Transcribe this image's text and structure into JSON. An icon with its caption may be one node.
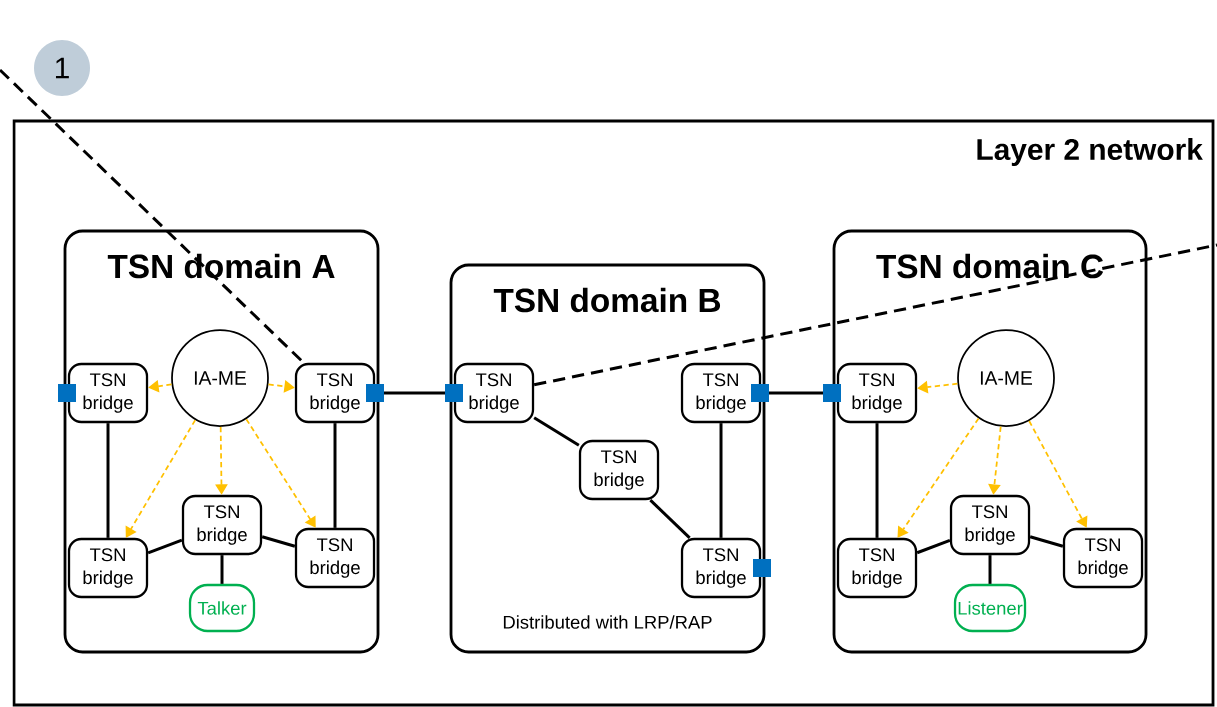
{
  "diagram": {
    "nodes": [
      {
        "text": [
          "1"
        ]
      },
      {
        "text": [
          "Layer 2 network"
        ]
      },
      {
        "text": [
          "TSN domain A"
        ],
        "in": 1
      },
      {
        "text": [
          "IA-ME"
        ],
        "in": 2
      },
      {
        "text": [
          "TSN bridge"
        ],
        "in": 2
      },
      {
        "text": [
          "TSN bridge"
        ],
        "in": 2
      },
      {
        "text": [
          "TSN bridge"
        ],
        "in": 2
      },
      {
        "text": [
          "TSN bridge"
        ],
        "in": 2
      },
      {
        "text": [
          "TSN bridge"
        ],
        "in": 2
      },
      {
        "text": [
          "Talker"
        ],
        "in": 2
      },
      {
        "text": [
          "TSN domain B",
          "Distributed with LRP/RAP"
        ],
        "in": 1
      },
      {
        "text": [
          "TSN bridge"
        ],
        "in": 10
      },
      {
        "text": [
          "TSN bridge"
        ],
        "in": 10
      },
      {
        "text": [
          "TSN bridge"
        ],
        "in": 10
      },
      {
        "text": [
          "TSN bridge"
        ],
        "in": 10
      },
      {
        "text": [
          "TSN domain C"
        ],
        "in": 1
      },
      {
        "text": [
          "IA-ME"
        ],
        "in": 15
      },
      {
        "text": [
          "TSN bridge"
        ],
        "in": 15
      },
      {
        "text": [
          "TSN bridge"
        ],
        "in": 15
      },
      {
        "text": [
          "TSN bridge"
        ],
        "in": 15
      },
      {
        "text": [
          "TSN bridge"
        ],
        "in": 15
      },
      {
        "text": [
          "Listener"
        ],
        "in": 15
      }
    ],
    "edges": [
      {
        "from": 3,
        "to": 4,
        "arrow": "to",
        "style": "dashed",
        "color": "#ffc000"
      },
      {
        "from": 3,
        "to": 5,
        "arrow": "to",
        "style": "dashed",
        "color": "#ffc000"
      },
      {
        "from": 3,
        "to": 6,
        "arrow": "to",
        "style": "dashed",
        "color": "#ffc000"
      },
      {
        "from": 3,
        "to": 7,
        "arrow": "to",
        "style": "dashed",
        "color": "#ffc000"
      },
      {
        "from": 3,
        "to": 8,
        "arrow": "to",
        "style": "dashed",
        "color": "#ffc000"
      },
      {
        "from": 4,
        "to": 6,
        "arrow": "none"
      },
      {
        "from": 5,
        "to": 8,
        "arrow": "none"
      },
      {
        "from": 7,
        "to": 6,
        "arrow": "none"
      },
      {
        "from": 7,
        "to": 8,
        "arrow": "none"
      },
      {
        "from": 7,
        "to": 9,
        "arrow": "none"
      },
      {
        "from": 5,
        "to": 11,
        "arrow": "none"
      },
      {
        "from": 11,
        "to": 13,
        "arrow": "none"
      },
      {
        "from": 13,
        "to": 14,
        "arrow": "none"
      },
      {
        "from": 12,
        "to": 14,
        "arrow": "none"
      },
      {
        "from": 12,
        "to": 17,
        "arrow": "none"
      },
      {
        "from": 16,
        "to": 17,
        "arrow": "to",
        "style": "dashed",
        "color": "#ffc000"
      },
      {
        "from": 16,
        "to": 18,
        "arrow": "to",
        "style": "dashed",
        "color": "#ffc000"
      },
      {
        "from": 16,
        "to": 19,
        "arrow": "to",
        "style": "dashed",
        "color": "#ffc000"
      },
      {
        "from": 16,
        "to": 20,
        "arrow": "to",
        "style": "dashed",
        "color": "#ffc000"
      },
      {
        "from": 17,
        "to": 18,
        "arrow": "none"
      },
      {
        "from": 19,
        "to": 18,
        "arrow": "none"
      },
      {
        "from": 19,
        "to": 20,
        "arrow": "none"
      },
      {
        "from": 19,
        "to": 21,
        "arrow": "none"
      },
      {
        "from": null,
        "to": 5,
        "arrow": "none",
        "style": "dashed"
      },
      {
        "from": 11,
        "to": null,
        "arrow": "none",
        "style": "dashed"
      }
    ]
  }
}
